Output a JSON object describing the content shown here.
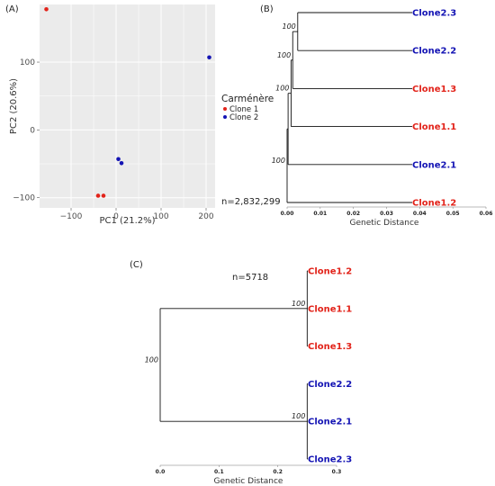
{
  "colors": {
    "clone1": "#e2231a",
    "clone2": "#1414b4",
    "panel_bg": "#ebebeb",
    "grid": "#ffffff"
  },
  "chart_data": [
    {
      "type": "scatter",
      "panel": "(A)",
      "xlabel": "PC1 (21.2%)",
      "ylabel": "PC2 (20.6%)",
      "xlim": [
        -170,
        220
      ],
      "ylim": [
        -115,
        185
      ],
      "x_ticks": [
        -100,
        0,
        100,
        200
      ],
      "y_ticks": [
        -100,
        0,
        100
      ],
      "x_tick_labels": [
        "−100",
        "0",
        "100",
        "200"
      ],
      "y_tick_labels": [
        "−100",
        "0",
        "100"
      ],
      "grid": true,
      "legend": {
        "title": "Carménère",
        "position": "right"
      },
      "annotation": "n=2,832,299",
      "series": [
        {
          "name": "Clone  1",
          "color": "#e2231a",
          "points": [
            {
              "x": -155,
              "y": 178
            },
            {
              "x": -40,
              "y": -97
            },
            {
              "x": -28,
              "y": -97
            }
          ]
        },
        {
          "name": "Clone  2",
          "color": "#1414b4",
          "points": [
            {
              "x": 207,
              "y": 107
            },
            {
              "x": 5,
              "y": -43
            },
            {
              "x": 12,
              "y": -49
            }
          ]
        }
      ]
    },
    {
      "type": "dendrogram",
      "panel": "(B)",
      "xlabel": "Genetic Distance",
      "xlim": [
        0,
        0.06
      ],
      "x_ticks": [
        0,
        0.01,
        0.02,
        0.03,
        0.04,
        0.05,
        0.06
      ],
      "x_tick_labels": [
        "0.00",
        "0.01",
        "0.02",
        "0.03",
        "0.04",
        "0.05",
        "0.06"
      ],
      "tips": [
        {
          "label": "Clone2.3",
          "group": "clone2"
        },
        {
          "label": "Clone2.2",
          "group": "clone2"
        },
        {
          "label": "Clone1.3",
          "group": "clone1"
        },
        {
          "label": "Clone1.1",
          "group": "clone1"
        },
        {
          "label": "Clone2.1",
          "group": "clone2"
        },
        {
          "label": "Clone1.2",
          "group": "clone1"
        }
      ],
      "nodes": [
        {
          "id": "b1",
          "height": 0.0032,
          "children": [
            "tip:0",
            "tip:1"
          ],
          "support": "100"
        },
        {
          "id": "b2",
          "height": 0.0017,
          "children": [
            "b1",
            "tip:2"
          ],
          "support": "100"
        },
        {
          "id": "b3",
          "height": 0.0012,
          "children": [
            "b2",
            "tip:3"
          ],
          "support": "100"
        },
        {
          "id": "b4",
          "height": 0.0003,
          "children": [
            "b3",
            "tip:4"
          ],
          "support": ""
        },
        {
          "id": "b5",
          "height": 0.0,
          "children": [
            "b4",
            "tip:5"
          ],
          "support": "100"
        }
      ]
    },
    {
      "type": "dendrogram",
      "panel": "(C)",
      "xlabel": "Genetic Distance",
      "xlim": [
        0,
        0.3
      ],
      "x_ticks": [
        0,
        0.1,
        0.2,
        0.3
      ],
      "x_tick_labels": [
        "0.0",
        "0.1",
        "0.2",
        "0.3"
      ],
      "annotation": "n=5718",
      "tips": [
        {
          "label": "Clone1.2",
          "group": "clone1"
        },
        {
          "label": "Clone1.1",
          "group": "clone1"
        },
        {
          "label": "Clone1.3",
          "group": "clone1"
        },
        {
          "label": "Clone2.2",
          "group": "clone2"
        },
        {
          "label": "Clone2.1",
          "group": "clone2"
        },
        {
          "label": "Clone2.3",
          "group": "clone2"
        }
      ],
      "nodes": [
        {
          "id": "c1",
          "height": 0.25,
          "children": [
            "tip:0",
            "tip:1",
            "tip:2"
          ],
          "support": "100"
        },
        {
          "id": "c2",
          "height": 0.25,
          "children": [
            "tip:3",
            "tip:4",
            "tip:5"
          ],
          "support": "100"
        },
        {
          "id": "c3",
          "height": 0.0,
          "children": [
            "c1",
            "c2"
          ],
          "support": "100"
        }
      ]
    }
  ]
}
